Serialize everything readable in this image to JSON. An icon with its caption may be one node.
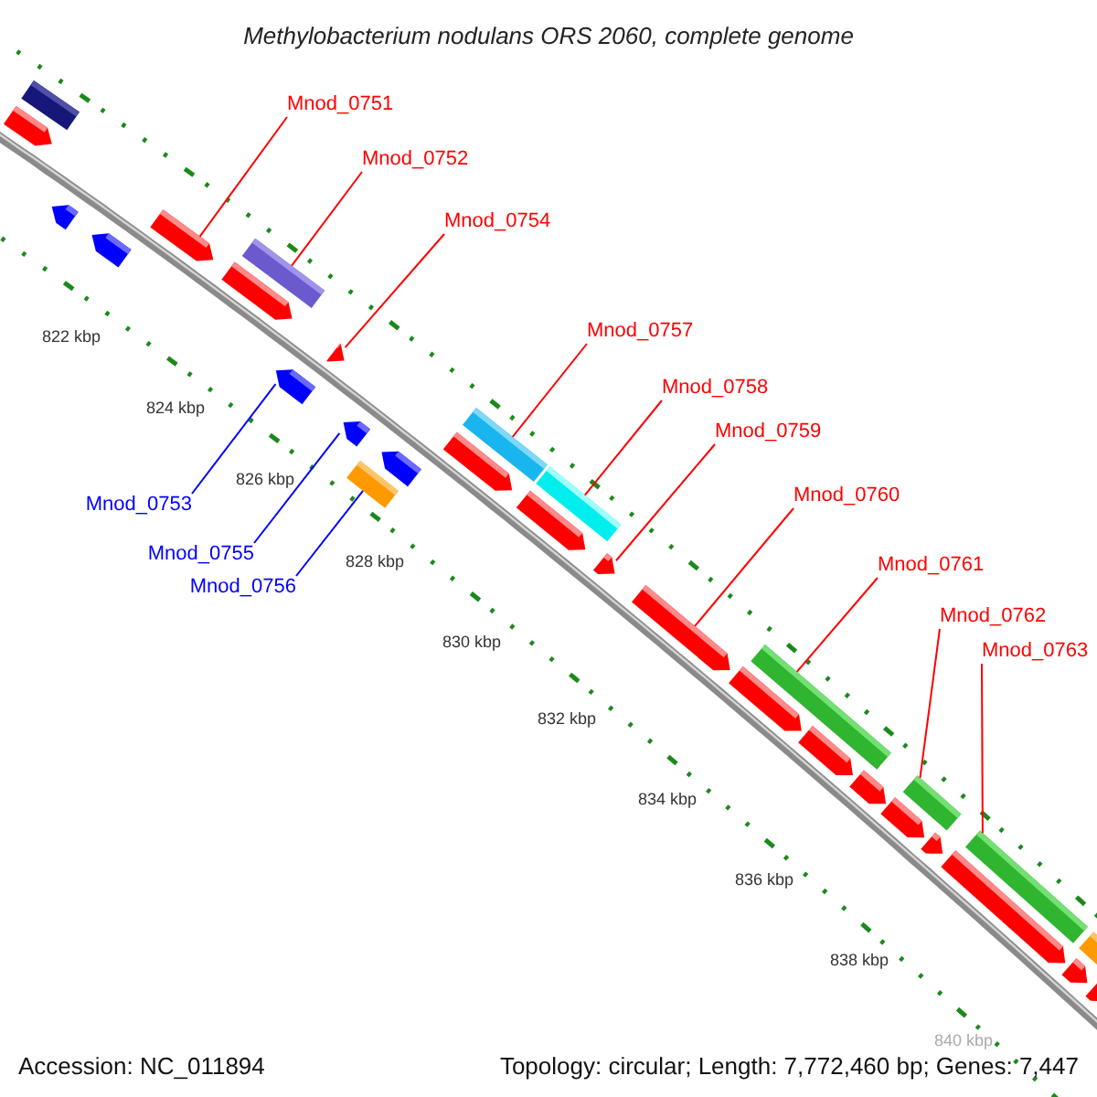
{
  "diagram": {
    "title": "Methylobacterium nodulans ORS 2060, complete genome",
    "nodes": [
      {
        "text": [
          "Mnod_0751"
        ]
      },
      {
        "text": [
          "Mnod_0752"
        ]
      },
      {
        "text": [
          "Mnod_0754"
        ]
      },
      {
        "text": [
          "Mnod_0757"
        ]
      },
      {
        "text": [
          "Mnod_0758"
        ]
      },
      {
        "text": [
          "Mnod_0759"
        ]
      },
      {
        "text": [
          "Mnod_0760"
        ]
      },
      {
        "text": [
          "Mnod_0753"
        ]
      },
      {
        "text": [
          "Mnod_0755"
        ]
      },
      {
        "text": [
          "Mnod_0761"
        ]
      },
      {
        "text": [
          "Mnod_0756"
        ]
      },
      {
        "text": [
          "Mnod_0762"
        ]
      },
      {
        "text": [
          "Mnod_0763"
        ]
      },
      {
        "text": [],
        "shape": "bar"
      },
      {
        "text": [],
        "shape": "arrow"
      },
      {
        "text": [],
        "shape": "arrow"
      },
      {
        "text": [],
        "shape": "arrow"
      },
      {
        "text": [],
        "shape": "arrow"
      },
      {
        "text": [],
        "shape": "arrow"
      },
      {
        "text": [],
        "shape": "bar"
      },
      {
        "text": [],
        "shape": "arrow"
      },
      {
        "text": [],
        "shape": "arrow"
      },
      {
        "text": [],
        "shape": "arrow"
      },
      {
        "text": [],
        "shape": "bar"
      },
      {
        "text": [],
        "shape": "arrow"
      },
      {
        "text": [],
        "shape": "arrow"
      },
      {
        "text": [],
        "shape": "bar"
      },
      {
        "text": [],
        "shape": "arrow"
      },
      {
        "text": [],
        "shape": "bar"
      },
      {
        "text": [],
        "shape": "arrow"
      },
      {
        "text": [],
        "shape": "arrow"
      },
      {
        "text": [],
        "shape": "arrow"
      },
      {
        "text": [],
        "shape": "bar"
      },
      {
        "text": [],
        "shape": "arrow"
      },
      {
        "text": [],
        "shape": "arrow"
      },
      {
        "text": [],
        "shape": "arrow"
      },
      {
        "text": [],
        "shape": "bar"
      },
      {
        "text": [],
        "shape": "arrow"
      },
      {
        "text": [],
        "shape": "arrow"
      },
      {
        "text": [],
        "shape": "bar"
      },
      {
        "text": [],
        "shape": "arrow"
      },
      {
        "text": [],
        "shape": "bar"
      },
      {
        "text": [],
        "shape": "arrow"
      }
    ],
    "edges": [
      {
        "from": 0,
        "to": 17,
        "arrow": "none"
      },
      {
        "from": 1,
        "to": 19,
        "arrow": "none"
      },
      {
        "from": 2,
        "to": 21,
        "arrow": "none"
      },
      {
        "from": 3,
        "to": 26,
        "arrow": "none"
      },
      {
        "from": 4,
        "to": 28,
        "arrow": "none"
      },
      {
        "from": 5,
        "to": 29,
        "arrow": "none"
      },
      {
        "from": 6,
        "to": 30,
        "arrow": "none"
      },
      {
        "from": 7,
        "to": 20,
        "arrow": "none",
        "color": "#0000ff"
      },
      {
        "from": 8,
        "to": 22,
        "arrow": "none",
        "color": "#0000ff"
      },
      {
        "from": 9,
        "to": 32,
        "arrow": "none"
      },
      {
        "from": 10,
        "to": 23,
        "arrow": "none",
        "color": "#0000ff"
      },
      {
        "from": 11,
        "to": 36,
        "arrow": "none"
      },
      {
        "from": 12,
        "to": 39,
        "arrow": "none"
      }
    ],
    "labels": [
      "822 kbp",
      "824 kbp",
      "826 kbp",
      "828 kbp",
      "830 kbp",
      "832 kbp",
      "834 kbp",
      "836 kbp",
      "838 kbp",
      "840 kbp",
      "Accession: NC_011894",
      "Topology: circular; Length: 7,772,460 bp; Genes: 7,447"
    ]
  }
}
